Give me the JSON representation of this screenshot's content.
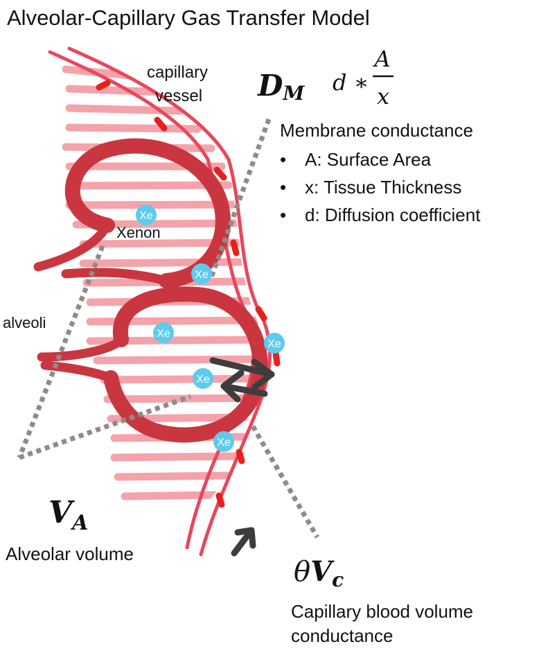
{
  "title": "Alveolar-Capillary Gas Transfer Model",
  "labels": {
    "capillary_line1": "capillary",
    "capillary_line2": "vessel",
    "alveoli": "alveoli",
    "xenon": "Xenon"
  },
  "xe_label": "Xe",
  "dm": {
    "symbol": "D",
    "subscript": "M",
    "formula_prefix": "d ∗",
    "formula_numerator": "A",
    "formula_denominator": "x",
    "heading": "Membrane conductance",
    "bullets": [
      "A: Surface Area",
      "x: Tissue Thickness",
      "d: Diffusion coefficient"
    ]
  },
  "va": {
    "symbol": "V",
    "subscript": "A",
    "caption": "Alveolar volume"
  },
  "vc": {
    "theta": "θ",
    "symbol": "V",
    "subscript": "c",
    "caption_line1": "Capillary blood volume",
    "caption_line2": "conductance"
  },
  "colors": {
    "alveolus_wall": "#c9363f",
    "vessel": "#e8475c",
    "tissue_stripes": "#f4a3aa",
    "red_cells": "#e8201c",
    "xenon": "#5ccbee",
    "arrows": "#3d3d3d",
    "dotted_lines": "#8c8c8c"
  }
}
